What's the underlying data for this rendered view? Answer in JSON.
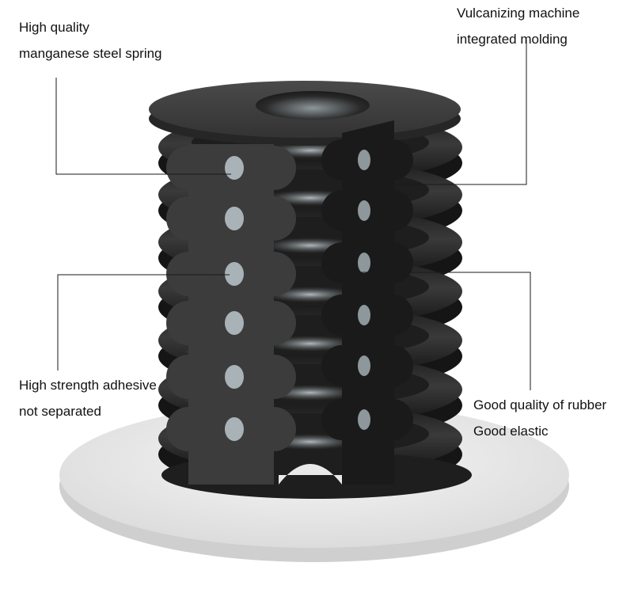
{
  "callouts": {
    "top_left": {
      "line1": "High quality",
      "line2": "manganese steel spring"
    },
    "top_right": {
      "line1": "Vulcanizing machine",
      "line2": "integrated molding"
    },
    "bottom_left": {
      "line1": "High strength adhesive",
      "line2": "not separated"
    },
    "bottom_right": {
      "line1": "Good quality of rubber",
      "line2": "Good elastic"
    }
  },
  "colors": {
    "rubber": "#262626",
    "rubber_highlight": "#9aa3a8",
    "section_left": "#3c3c3c",
    "section_right": "#1a1a1a",
    "wire": "#a9b2b6",
    "base": "#e6e6e6"
  }
}
